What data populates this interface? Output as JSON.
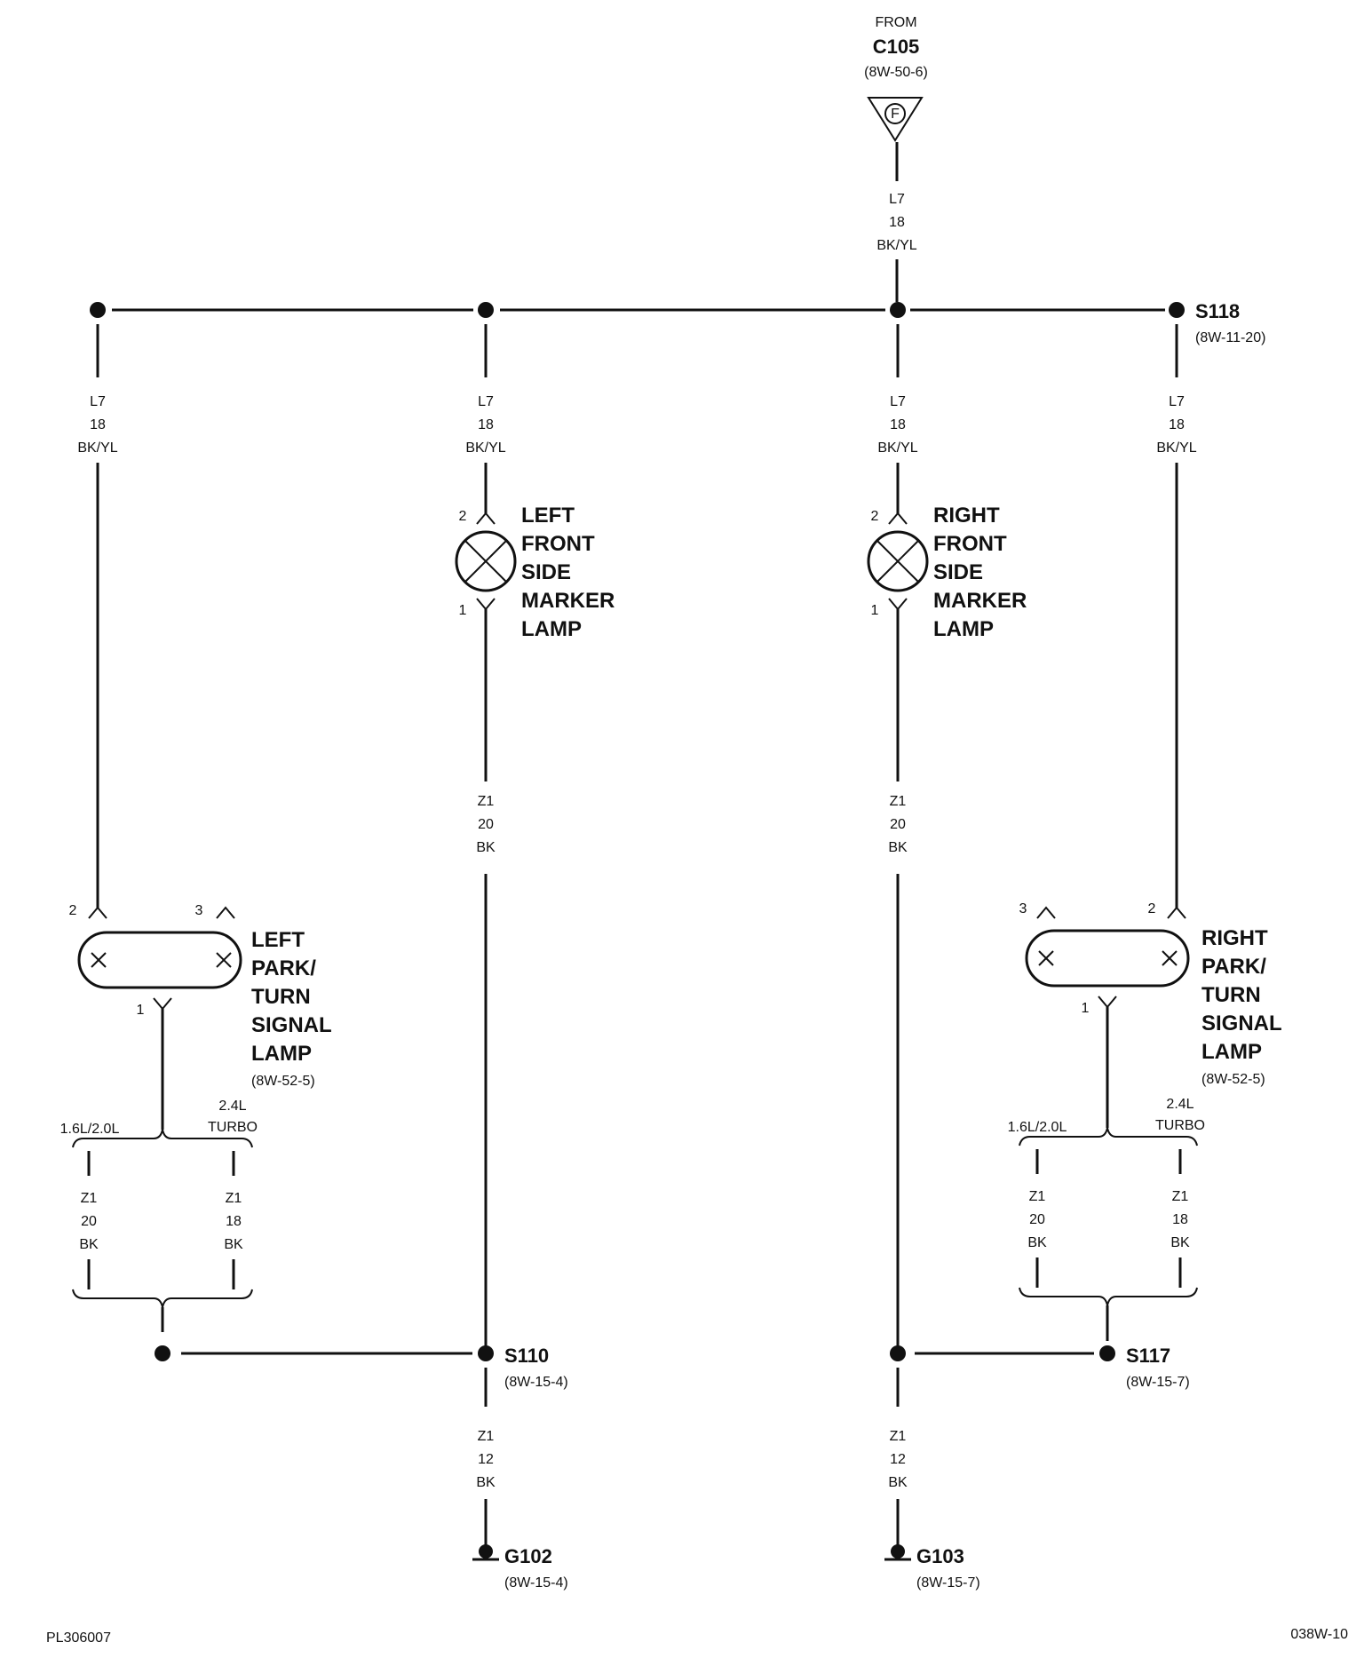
{
  "source": {
    "from_label": "FROM",
    "connector": "C105",
    "ref": "(8W-50-6)",
    "pin": "F"
  },
  "wires": {
    "l7": {
      "circuit": "L7",
      "gauge": "18",
      "color": "BK/YL"
    },
    "z1_20": {
      "circuit": "Z1",
      "gauge": "20",
      "color": "BK"
    },
    "z1_18": {
      "circuit": "Z1",
      "gauge": "18",
      "color": "BK"
    },
    "z1_12": {
      "circuit": "Z1",
      "gauge": "12",
      "color": "BK"
    }
  },
  "splices": {
    "s118": {
      "name": "S118",
      "ref": "(8W-11-20)"
    },
    "s110": {
      "name": "S110",
      "ref": "(8W-15-4)"
    },
    "s117": {
      "name": "S117",
      "ref": "(8W-15-7)"
    }
  },
  "grounds": {
    "g102": {
      "name": "G102",
      "ref": "(8W-15-4)"
    },
    "g103": {
      "name": "G103",
      "ref": "(8W-15-7)"
    }
  },
  "lamps": {
    "left_marker": {
      "lines": [
        "LEFT",
        "FRONT",
        "SIDE",
        "MARKER",
        "LAMP"
      ],
      "pin_top": "2",
      "pin_bottom": "1"
    },
    "right_marker": {
      "lines": [
        "RIGHT",
        "FRONT",
        "SIDE",
        "MARKER",
        "LAMP"
      ],
      "pin_top": "2",
      "pin_bottom": "1"
    },
    "left_park": {
      "lines": [
        "LEFT",
        "PARK/",
        "TURN",
        "SIGNAL",
        "LAMP"
      ],
      "ref": "(8W-52-5)",
      "pin_a": "2",
      "pin_b": "3",
      "pin_c": "1"
    },
    "right_park": {
      "lines": [
        "RIGHT",
        "PARK/",
        "TURN",
        "SIGNAL",
        "LAMP"
      ],
      "ref": "(8W-52-5)",
      "pin_a": "3",
      "pin_b": "2",
      "pin_c": "1"
    }
  },
  "options": {
    "engine_a": "1.6L/2.0L",
    "engine_b_1": "2.4L",
    "engine_b_2": "TURBO"
  },
  "footer": {
    "left_code": "PL306007",
    "right_code": "038W-10"
  }
}
